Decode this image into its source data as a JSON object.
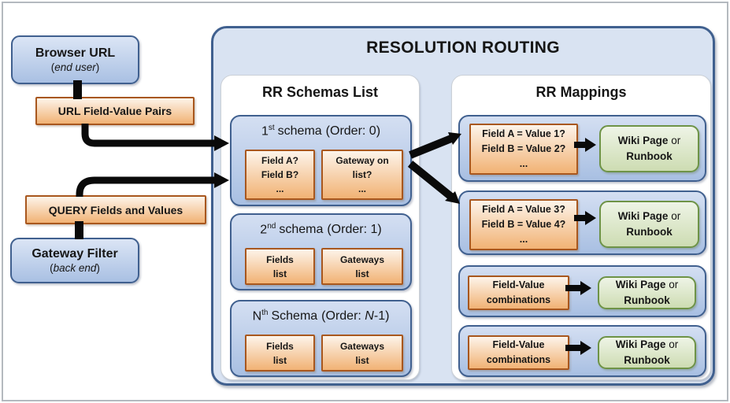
{
  "colors": {
    "blue_border": "#40608f",
    "blue_fill_top": "#d4dff2",
    "blue_fill_bottom": "#a8bfe2",
    "container_fill": "#d9e3f2",
    "orange_border": "#a8571e",
    "orange_fill_top": "#fdf4ea",
    "orange_fill_bottom": "#f1b274",
    "green_border": "#6e9347",
    "green_fill_top": "#eef4e6",
    "green_fill_bottom": "#cddcb2",
    "arrow": "#0a0a0a"
  },
  "left_flow": {
    "browser_url": {
      "title": "Browser URL",
      "sub_open": "(",
      "subtitle": "end user",
      "sub_close": ")"
    },
    "url_pairs_label": "URL Field-Value Pairs",
    "query_label": "QUERY Fields and Values",
    "gateway_filter": {
      "title": "Gateway Filter",
      "sub_open": "(",
      "subtitle": "back end",
      "sub_close": ")"
    }
  },
  "container": {
    "title": "RESOLUTION ROUTING",
    "schemas_panel": {
      "title": "RR Schemas List",
      "schemas": [
        {
          "ord": "1",
          "sup": "st",
          "label": "schema",
          "order_pre": "(Order: ",
          "order_italic": "",
          "order_post": "0)",
          "left_lines": [
            "Field A?",
            "Field B?",
            "..."
          ],
          "right_lines": [
            "Gateway on",
            "list?",
            "..."
          ]
        },
        {
          "ord": "2",
          "sup": "nd",
          "label": "schema",
          "order_pre": "(Order: ",
          "order_italic": "",
          "order_post": "1)",
          "left_lines": [
            "Fields",
            "list"
          ],
          "right_lines": [
            "Gateways",
            "list"
          ]
        },
        {
          "ord": "N",
          "sup": "th",
          "label": "Schema",
          "order_pre": "(Order: ",
          "order_italic": "N",
          "order_post": "-1)",
          "left_lines": [
            "Fields",
            "list"
          ],
          "right_lines": [
            "Gateways",
            "list"
          ]
        }
      ]
    },
    "mappings_panel": {
      "title": "RR Mappings",
      "rows": [
        {
          "cond_lines": [
            "Field A = Value 1?",
            "Field B = Value 2?",
            "..."
          ],
          "wiki": "Wiki Page",
          "or": " or",
          "runbook": "Runbook"
        },
        {
          "cond_lines": [
            "Field A = Value 3?",
            "Field B = Value 4?",
            "..."
          ],
          "wiki": "Wiki Page",
          "or": " or",
          "runbook": "Runbook"
        },
        {
          "cond_lines": [
            "Field-Value",
            "combinations"
          ],
          "wiki": "Wiki Page",
          "or": " or",
          "runbook": "Runbook"
        },
        {
          "cond_lines": [
            "Field-Value",
            "combinations"
          ],
          "wiki": "Wiki Page",
          "or": " or",
          "runbook": "Runbook"
        }
      ]
    }
  }
}
